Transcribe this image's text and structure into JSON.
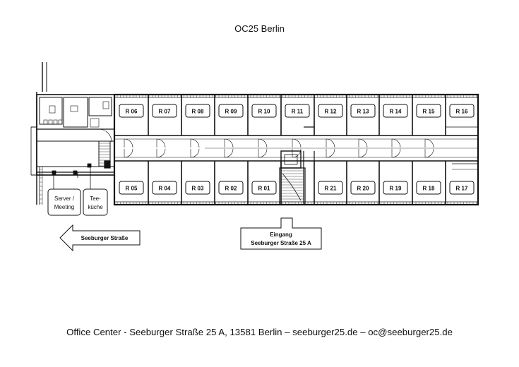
{
  "title": "OC25 Berlin",
  "rooms_top": [
    "R 06",
    "R 07",
    "R 08",
    "R 09",
    "R 10",
    "R 11",
    "R 12",
    "R 13",
    "R 14",
    "R 15",
    "R 16"
  ],
  "rooms_bottom": [
    "R 05",
    "R 04",
    "R 03",
    "R 02",
    "R 01",
    "R 21",
    "R 20",
    "R 19",
    "R 18",
    "R 17"
  ],
  "labels": {
    "server_line1": "Server /",
    "server_line2": "Meeting",
    "kitchen_line1": "Tee-",
    "kitchen_line2": "küche"
  },
  "street_arrow": "Seeburger Straße",
  "entrance": {
    "line1": "Eingang",
    "line2": "Seeburger Straße 25 A"
  },
  "footer": "Office Center - Seeburger Straße 25 A, 13581 Berlin – seeburger25.de – oc@seeburger25.de"
}
